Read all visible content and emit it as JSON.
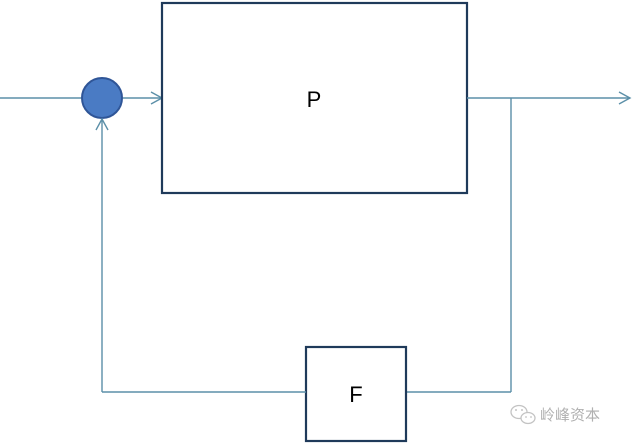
{
  "diagram": {
    "blocks": [
      {
        "id": "plant",
        "label": "P"
      },
      {
        "id": "feedback",
        "label": "F"
      }
    ],
    "summing_junction": {
      "fill": "#4a7bc4",
      "stroke": "#2f5597"
    },
    "colors": {
      "wire": "#5b8fa8",
      "block_border": "#1f3a5a",
      "summing_fill": "#4a7bc4",
      "summing_stroke": "#2f5597"
    }
  },
  "watermark": {
    "text": "岭峰资本",
    "logo": "wechat-logo-icon",
    "color": "#b0b0b0"
  }
}
